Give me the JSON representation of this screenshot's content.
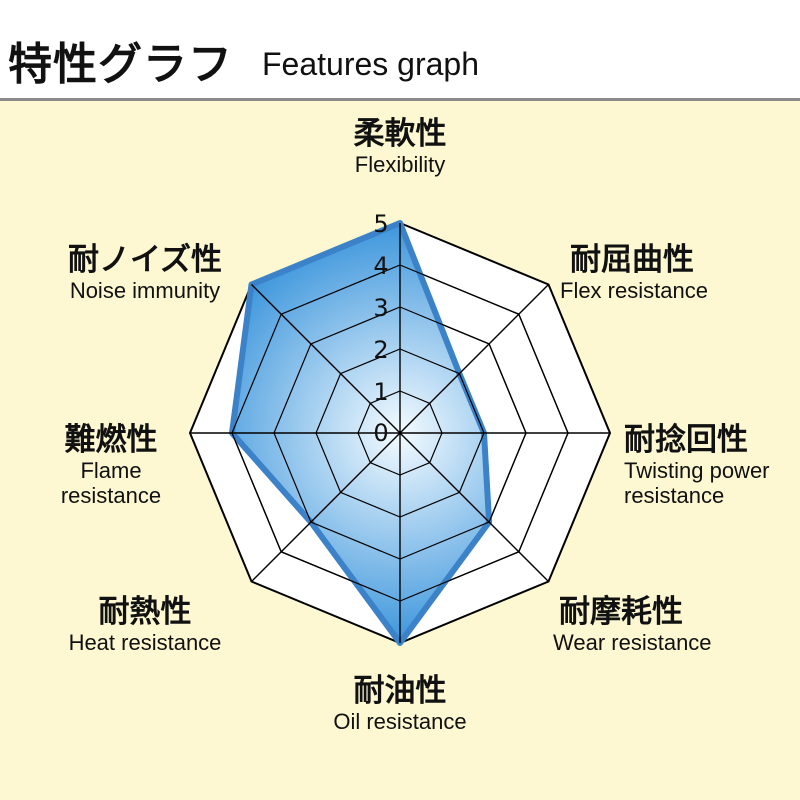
{
  "header": {
    "title_jp": "特性グラフ",
    "title_en": "Features graph"
  },
  "chart_data": {
    "type": "radar",
    "scale_min": 0,
    "scale_max": 5,
    "ticks": [
      "0",
      "1",
      "2",
      "3",
      "4",
      "5"
    ],
    "axes": [
      {
        "jp": "柔軟性",
        "en": "Flexibility"
      },
      {
        "jp": "耐屈曲性",
        "en": "Flex resistance"
      },
      {
        "jp": "耐捻回性",
        "en": "Twisting power resistance"
      },
      {
        "jp": "耐摩耗性",
        "en": "Wear resistance"
      },
      {
        "jp": "耐油性",
        "en": "Oil resistance"
      },
      {
        "jp": "耐熱性",
        "en": "Heat resistance"
      },
      {
        "jp": "難燃性",
        "en": "Flame resistance"
      },
      {
        "jp": "耐ノイズ性",
        "en": "Noise immunity"
      }
    ],
    "values": [
      5,
      2,
      2,
      3,
      5,
      3,
      4,
      5
    ],
    "colors": {
      "fill_center": "#f4fbff",
      "fill_edge": "#3d96dc",
      "stroke": "#3b82c8",
      "grid": "#000000"
    }
  }
}
